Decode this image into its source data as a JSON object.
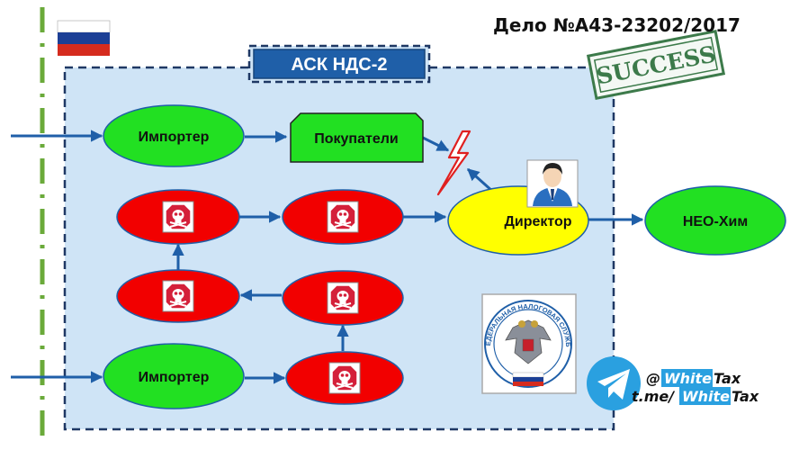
{
  "header": {
    "case_number": "Дело №А43-23202/2017",
    "stamp": "SUCCESS",
    "system_label": "АСК НДС-2"
  },
  "nodes": {
    "importer_top": "Импортер",
    "buyers": "Покупатели",
    "director": "Директор",
    "neo_chem": "НЕО-Хим",
    "importer_bottom": "Импортер"
  },
  "emblem": {
    "ring_text": "ФЕДЕРАЛЬНАЯ НАЛОГОВАЯ СЛУЖБА"
  },
  "telegram": {
    "handle_prefix": "@",
    "handle_highlight": "White",
    "handle_suffix": "Tax",
    "link_prefix": "t.me/",
    "link_highlight": "White",
    "link_suffix": "Tax"
  },
  "colors": {
    "flag_white": "#ffffff",
    "flag_blue": "#1c3f95",
    "flag_red": "#d52b1e",
    "zone_fill": "#cfe4f6",
    "zone_border": "#1f3864",
    "label_bg": "#1f5fa8",
    "green_node": "#22e022",
    "red_node": "#f20000",
    "yellow_node": "#ffff00",
    "arrow": "#1f5fa8",
    "guide_line": "#6aaa3a",
    "stamp_green": "#3c7a4a",
    "telegram_blue": "#2aa0e0"
  },
  "icons": [
    "russia-flag-icon",
    "skull-stop-icon",
    "lightning-icon",
    "person-icon",
    "fns-emblem-icon",
    "telegram-icon"
  ]
}
